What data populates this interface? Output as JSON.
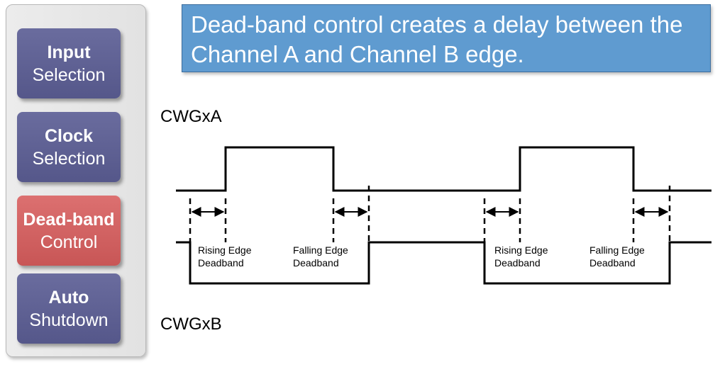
{
  "sidebar": {
    "items": [
      {
        "title": "Input",
        "subtitle": "Selection",
        "state": "inactive"
      },
      {
        "title": "Clock",
        "subtitle": "Selection",
        "state": "inactive"
      },
      {
        "title": "Dead-band",
        "subtitle": "Control",
        "state": "active"
      },
      {
        "title": "Auto",
        "subtitle": "Shutdown",
        "state": "inactive"
      }
    ]
  },
  "banner": {
    "text": "Dead-band control creates a delay between the Channel A and Channel B edge."
  },
  "diagram": {
    "signal_a": "CWGxA",
    "signal_b": "CWGxB",
    "annotations": [
      {
        "line1": "Rising Edge",
        "line2": "Deadband"
      },
      {
        "line1": "Falling Edge",
        "line2": "Deadband"
      },
      {
        "line1": "Rising Edge",
        "line2": "Deadband"
      },
      {
        "line1": "Falling Edge",
        "line2": "Deadband"
      }
    ]
  },
  "colors": {
    "nav_inactive": "#5f6195",
    "nav_active": "#d46565",
    "banner": "#5f9bd0"
  }
}
